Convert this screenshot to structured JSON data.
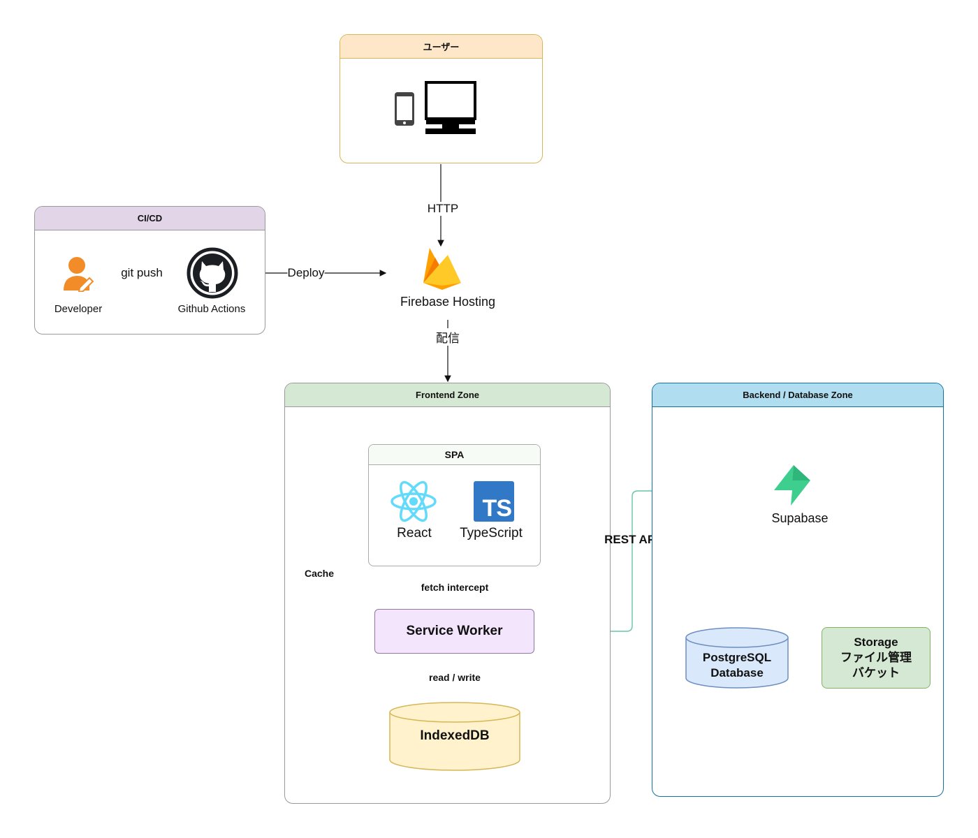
{
  "groups": {
    "user": {
      "title": "ユーザー"
    },
    "cicd": {
      "title": "CI/CD"
    },
    "frontend": {
      "title": "Frontend Zone"
    },
    "backend": {
      "title": "Backend / Database Zone"
    },
    "spa": {
      "title": "SPA"
    }
  },
  "nodes": {
    "developer": "Developer",
    "github_actions": "Github Actions",
    "firebase": "Firebase Hosting",
    "react": "React",
    "typescript": "TypeScript",
    "ts_logo": "TS",
    "service_worker": "Service Worker",
    "indexeddb": "IndexedDB",
    "supabase": "Supabase",
    "postgres": {
      "line1": "PostgreSQL",
      "line2": "Database"
    },
    "storage": {
      "line1": "Storage",
      "line2": "ファイル管理",
      "line3": "バケット"
    }
  },
  "edges": {
    "http": "HTTP",
    "git_push": "git push",
    "deploy": "Deploy",
    "deliver": "配信",
    "fetch_intercept": "fetch intercept",
    "cache": "Cache",
    "read_write": "read / write",
    "rest_api": "REST API"
  },
  "colors": {
    "user_header": "#fde7c8",
    "user_border": "#d6b656",
    "cicd_header": "#e1d5e7",
    "frontend_header": "#d5e8d4",
    "backend_header": "#b1ddf0",
    "backend_border": "#10739e",
    "service_worker_fill": "#f3e5fb",
    "indexeddb_fill": "#fff2cc",
    "postgres_fill": "#dae8fc",
    "storage_fill": "#d5e8d4",
    "rest_api_line": "#67c5a8",
    "react": "#61dafb",
    "typescript": "#3178c6",
    "supabase": "#3ecf8e",
    "firebase": "#ffca28"
  }
}
